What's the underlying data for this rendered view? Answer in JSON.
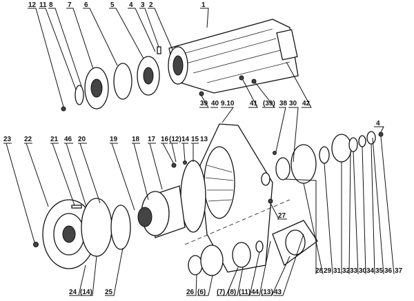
{
  "diagram": {
    "type": "exploded-parts-diagram",
    "top_row_labels": [
      "12",
      "11",
      "8",
      "7",
      "6",
      "5",
      "4",
      "3",
      "2",
      "1"
    ],
    "middle_labels": [
      "39",
      "40",
      "9.10",
      "41",
      "(39)",
      "38",
      "30",
      "42",
      "4"
    ],
    "left_row_labels": [
      "23",
      "22",
      "21",
      "46",
      "20",
      "19",
      "18",
      "17",
      "16",
      "(12)",
      "14",
      "15",
      "13"
    ],
    "center_label": "27",
    "right_row_labels": [
      "28",
      "29",
      "31",
      "32",
      "33",
      "30",
      "34",
      "35",
      "36",
      "37"
    ],
    "bottom_row_labels": [
      "24",
      "(14)",
      "25",
      "26",
      "(6)",
      "(7)",
      "(8)",
      "(11)",
      "44",
      "(13)",
      "43"
    ]
  }
}
